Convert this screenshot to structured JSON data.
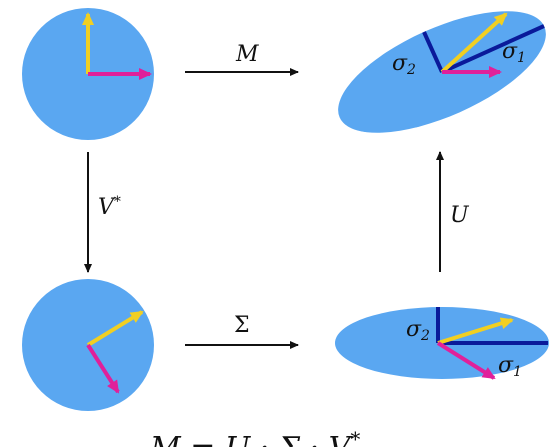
{
  "labels": {
    "m_arrow": "M",
    "v_star_arrow": "V*",
    "u_arrow": "U",
    "sigma_arrow": "Σ",
    "sigma1_top": "σ1",
    "sigma2_top": "σ2",
    "sigma1_bottom": "σ1",
    "sigma2_bottom": "σ2"
  },
  "equation": "M = U · Σ · V*",
  "colors": {
    "shape_fill": "#5aa7f1",
    "arrow_yellow": "#f1cf22",
    "arrow_magenta": "#e0209a",
    "axis_navy": "#0a1a9a",
    "connector": "#111111"
  }
}
